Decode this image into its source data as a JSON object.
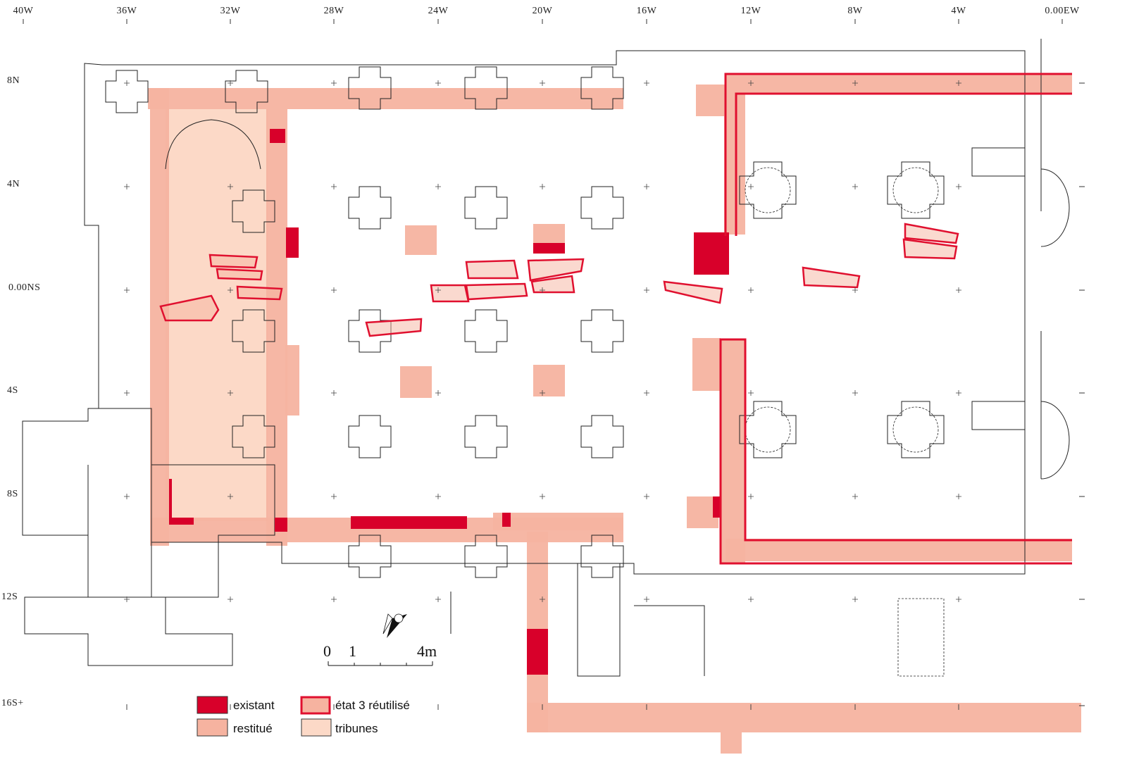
{
  "x_axis_labels": [
    "40W",
    "36W",
    "32W",
    "28W",
    "24W",
    "20W",
    "16W",
    "12W",
    "8W",
    "4W",
    "0.00EW"
  ],
  "y_axis_labels": [
    "8N",
    "4N",
    "0.00NS",
    "4S",
    "8S",
    "12S",
    "16S+"
  ],
  "legend": [
    {
      "key": "existant",
      "label": "existant",
      "color": "#d8002a"
    },
    {
      "key": "reutilise",
      "label": "état 3 réutilisé",
      "color": "#f6b3a0",
      "border": "#e0102f"
    },
    {
      "key": "restitue",
      "label": "restitué",
      "color": "#f6b3a0"
    },
    {
      "key": "tribunes",
      "label": "tribunes",
      "color": "#fcd9c7"
    }
  ],
  "scale_bar": {
    "labels": [
      "0",
      "1",
      "4m"
    ]
  },
  "north_arrow": {
    "icon": "north-arrow-icon"
  },
  "colors": {
    "existant": "#d8002a",
    "restitue": "#f6b3a0",
    "tribunes": "#fcd9c7",
    "outline": "#e0102f",
    "drawing": "#222222"
  }
}
